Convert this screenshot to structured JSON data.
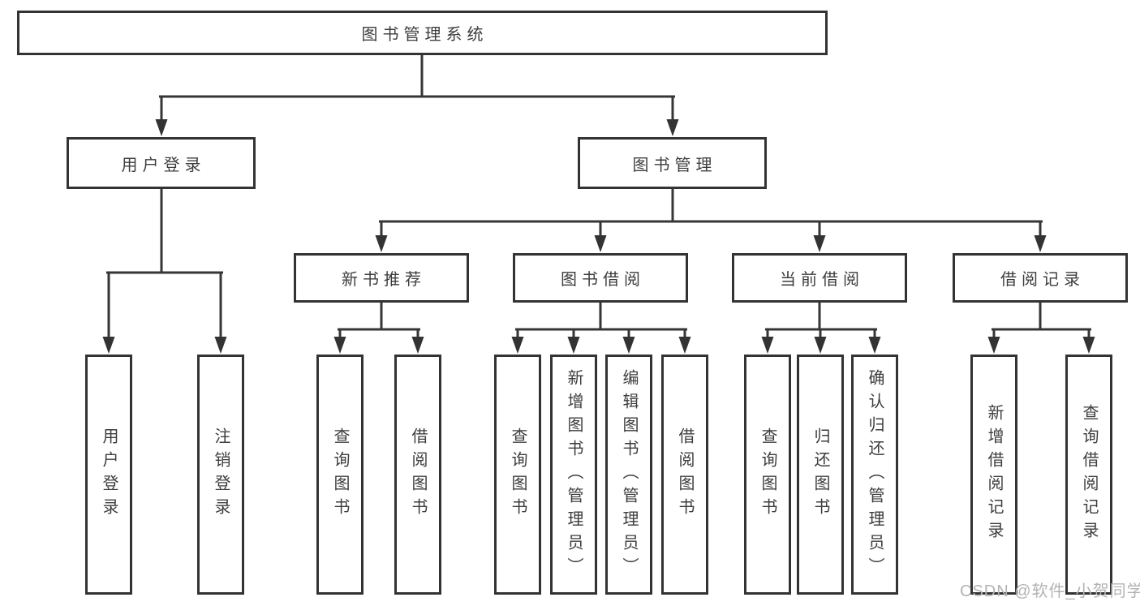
{
  "tree": {
    "label": "图书管理系统",
    "children": [
      {
        "label": "用户登录",
        "children": [
          {
            "label": "用户登录"
          },
          {
            "label": "注销登录"
          }
        ]
      },
      {
        "label": "图书管理",
        "children": [
          {
            "label": "新书推荐",
            "children": [
              {
                "label": "查询图书"
              },
              {
                "label": "借阅图书"
              }
            ]
          },
          {
            "label": "图书借阅",
            "children": [
              {
                "label": "查询图书"
              },
              {
                "label": "新增图书（管理员）"
              },
              {
                "label": "编辑图书（管理员）"
              },
              {
                "label": "借阅图书"
              }
            ]
          },
          {
            "label": "当前借阅",
            "children": [
              {
                "label": "查询图书"
              },
              {
                "label": "归还图书"
              },
              {
                "label": "确认归还（管理员）"
              }
            ]
          },
          {
            "label": "借阅记录",
            "children": [
              {
                "label": "新增借阅记录"
              },
              {
                "label": "查询借阅记录"
              }
            ]
          }
        ]
      }
    ]
  },
  "watermark": {
    "text": "CSDN @软件_小贺同学"
  },
  "colors": {
    "line": "#333333",
    "box_border": "#333333",
    "text": "#3d3d3d",
    "background": "#ffffff",
    "watermark": "#b3b3b3"
  }
}
